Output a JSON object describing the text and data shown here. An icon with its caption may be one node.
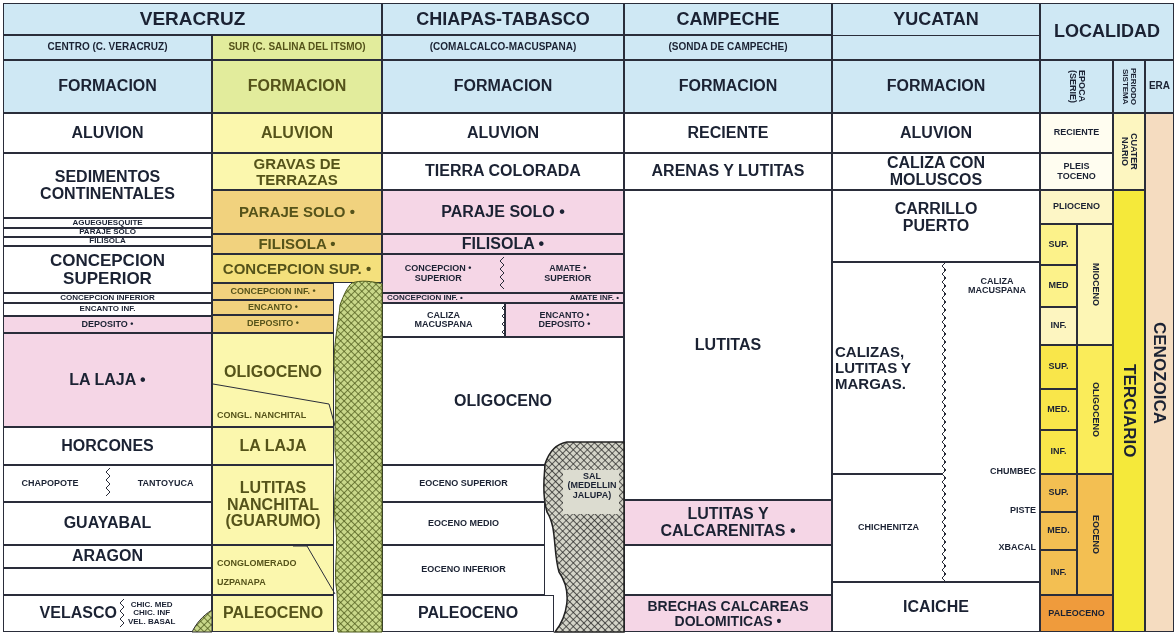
{
  "diagram": {
    "nodes": [
      {
        "text": [
          "VERACRUZ"
        ]
      },
      {
        "text": [
          "CHIAPAS-TABASCO"
        ]
      },
      {
        "text": [
          "CAMPECHE"
        ]
      },
      {
        "text": [
          "YUCATAN"
        ]
      },
      {
        "text": [
          "LOCALIDAD"
        ]
      },
      {
        "text": [
          "CENTRO (C. VERACRUZ)"
        ]
      },
      {
        "text": [
          "SUR (C. SALINA DEL ITSMO)"
        ]
      },
      {
        "text": [
          "(COMALCALCO-MACUSPANA)"
        ]
      },
      {
        "text": [
          "(SONDA DE CAMPECHE)"
        ]
      },
      {
        "text": [
          "FORMACION"
        ]
      },
      {
        "text": [
          "FORMACION"
        ]
      },
      {
        "text": [
          "FORMACION"
        ]
      },
      {
        "text": [
          "FORMACION"
        ]
      },
      {
        "text": [
          "FORMACION"
        ]
      },
      {
        "text": [
          "EPOCA (SERIE)"
        ]
      },
      {
        "text": [
          "PERIODO SISTEMA"
        ]
      },
      {
        "text": [
          "ERA"
        ]
      },
      {
        "text": [
          "ALUVION"
        ]
      },
      {
        "text": [
          "SEDIMENTOS CONTINENTALES"
        ]
      },
      {
        "text": [
          "AGUEGUESQUITE"
        ]
      },
      {
        "text": [
          "PARAJE SOLO"
        ]
      },
      {
        "text": [
          "FILISOLA"
        ]
      },
      {
        "text": [
          "CONCEPCION SUPERIOR"
        ]
      },
      {
        "text": [
          "CONCEPCION INFERIOR"
        ]
      },
      {
        "text": [
          "ENCANTO INF."
        ]
      },
      {
        "text": [
          "DEPOSITO •"
        ]
      },
      {
        "text": [
          "LA LAJA •"
        ]
      },
      {
        "text": [
          "HORCONES"
        ]
      },
      {
        "text": [
          "CHAPOPOTE",
          "TANTOYUCA"
        ]
      },
      {
        "text": [
          "GUAYABAL"
        ]
      },
      {
        "text": [
          "ARAGON"
        ]
      },
      {
        "text": [],
        "shape": "box"
      },
      {
        "text": [
          "VELASCO",
          "CHIC. MED",
          "CHIC. INF",
          "VEL. BASAL"
        ]
      },
      {
        "text": [
          "ALUVION"
        ]
      },
      {
        "text": [
          "GRAVAS DE TERRAZAS"
        ]
      },
      {
        "text": [
          "PARAJE SOLO •"
        ]
      },
      {
        "text": [
          "FILISOLA •"
        ]
      },
      {
        "text": [
          "CONCEPCION SUP. •"
        ]
      },
      {
        "text": [
          "CONCEPCION INF. •"
        ]
      },
      {
        "text": [
          "ENCANTO •"
        ]
      },
      {
        "text": [
          "DEPOSITO •"
        ]
      },
      {
        "text": [
          "OLIGOCENO",
          "CONGL. NANCHITAL"
        ]
      },
      {
        "text": [
          "LA LAJA"
        ]
      },
      {
        "text": [
          "LUTITAS NANCHITAL (GUARUMO)"
        ]
      },
      {
        "text": [
          "CONGLOMERADO UZPANAPA"
        ]
      },
      {
        "text": [
          "PALEOCENO"
        ]
      },
      {
        "text": [
          "ALUVION"
        ]
      },
      {
        "text": [
          "TIERRA COLORADA"
        ]
      },
      {
        "text": [
          "PARAJE SOLO •"
        ]
      },
      {
        "text": [
          "FILISOLA •"
        ]
      },
      {
        "text": [
          "CONCEPCION • SUPERIOR",
          "AMATE • SUPERIOR"
        ]
      },
      {
        "text": [
          "CONCEPCION INF. •",
          "AMATE INF. •"
        ]
      },
      {
        "text": [
          "CALIZA MACUSPANA"
        ]
      },
      {
        "text": [
          "ENCANTO •",
          "DEPOSITO •"
        ]
      },
      {
        "text": [
          "OLIGOCENO"
        ]
      },
      {
        "text": [
          "EOCENO SUPERIOR"
        ]
      },
      {
        "text": [
          "EOCENO MEDIO"
        ]
      },
      {
        "text": [
          "EOCENO INFERIOR"
        ]
      },
      {
        "text": [
          "PALEOCENO"
        ]
      },
      {
        "text": [
          "SAL (MEDELLIN JALUPA)"
        ]
      },
      {
        "text": [
          "RECIENTE"
        ]
      },
      {
        "text": [
          "ARENAS Y LUTITAS"
        ]
      },
      {
        "text": [
          "LUTITAS"
        ]
      },
      {
        "text": [
          "LUTITAS Y CALCARENITAS •"
        ]
      },
      {
        "text": [],
        "shape": "box"
      },
      {
        "text": [
          "BRECHAS CALCAREAS DOLOMITICAS •"
        ]
      },
      {
        "text": [
          "ALUVION"
        ]
      },
      {
        "text": [
          "CALIZA CON MOLUSCOS"
        ]
      },
      {
        "text": [
          "CARRILLO PUERTO"
        ]
      },
      {
        "text": [
          "CALIZAS, LUTITAS Y MARGAS."
        ]
      },
      {
        "text": [
          "CHICHENITZA"
        ]
      },
      {
        "text": [
          "CALIZA MACUSPANA",
          "CHUMBEC",
          "PISTE",
          "XBACAL"
        ]
      },
      {
        "text": [
          "ICAICHE"
        ]
      },
      {
        "text": [
          "RECIENTE"
        ]
      },
      {
        "text": [
          "PLEIS TOCENO"
        ]
      },
      {
        "text": [
          "PLIOCENO"
        ]
      },
      {
        "text": [
          "SUP."
        ]
      },
      {
        "text": [
          "MED"
        ]
      },
      {
        "text": [
          "INF."
        ]
      },
      {
        "text": [
          "MIOCENO"
        ]
      },
      {
        "text": [
          "SUP."
        ]
      },
      {
        "text": [
          "MED."
        ]
      },
      {
        "text": [
          "INF."
        ]
      },
      {
        "text": [
          "OLIGOCENO"
        ]
      },
      {
        "text": [
          "SUP."
        ]
      },
      {
        "text": [
          "MED."
        ]
      },
      {
        "text": [
          "INF."
        ]
      },
      {
        "text": [
          "EOCENO"
        ]
      },
      {
        "text": [
          "PALEOCENO"
        ]
      },
      {
        "text": [
          "CUATER NARIO"
        ]
      },
      {
        "text": [
          "TERCIARIO"
        ]
      },
      {
        "text": [
          "CENOZOICA"
        ]
      }
    ]
  }
}
